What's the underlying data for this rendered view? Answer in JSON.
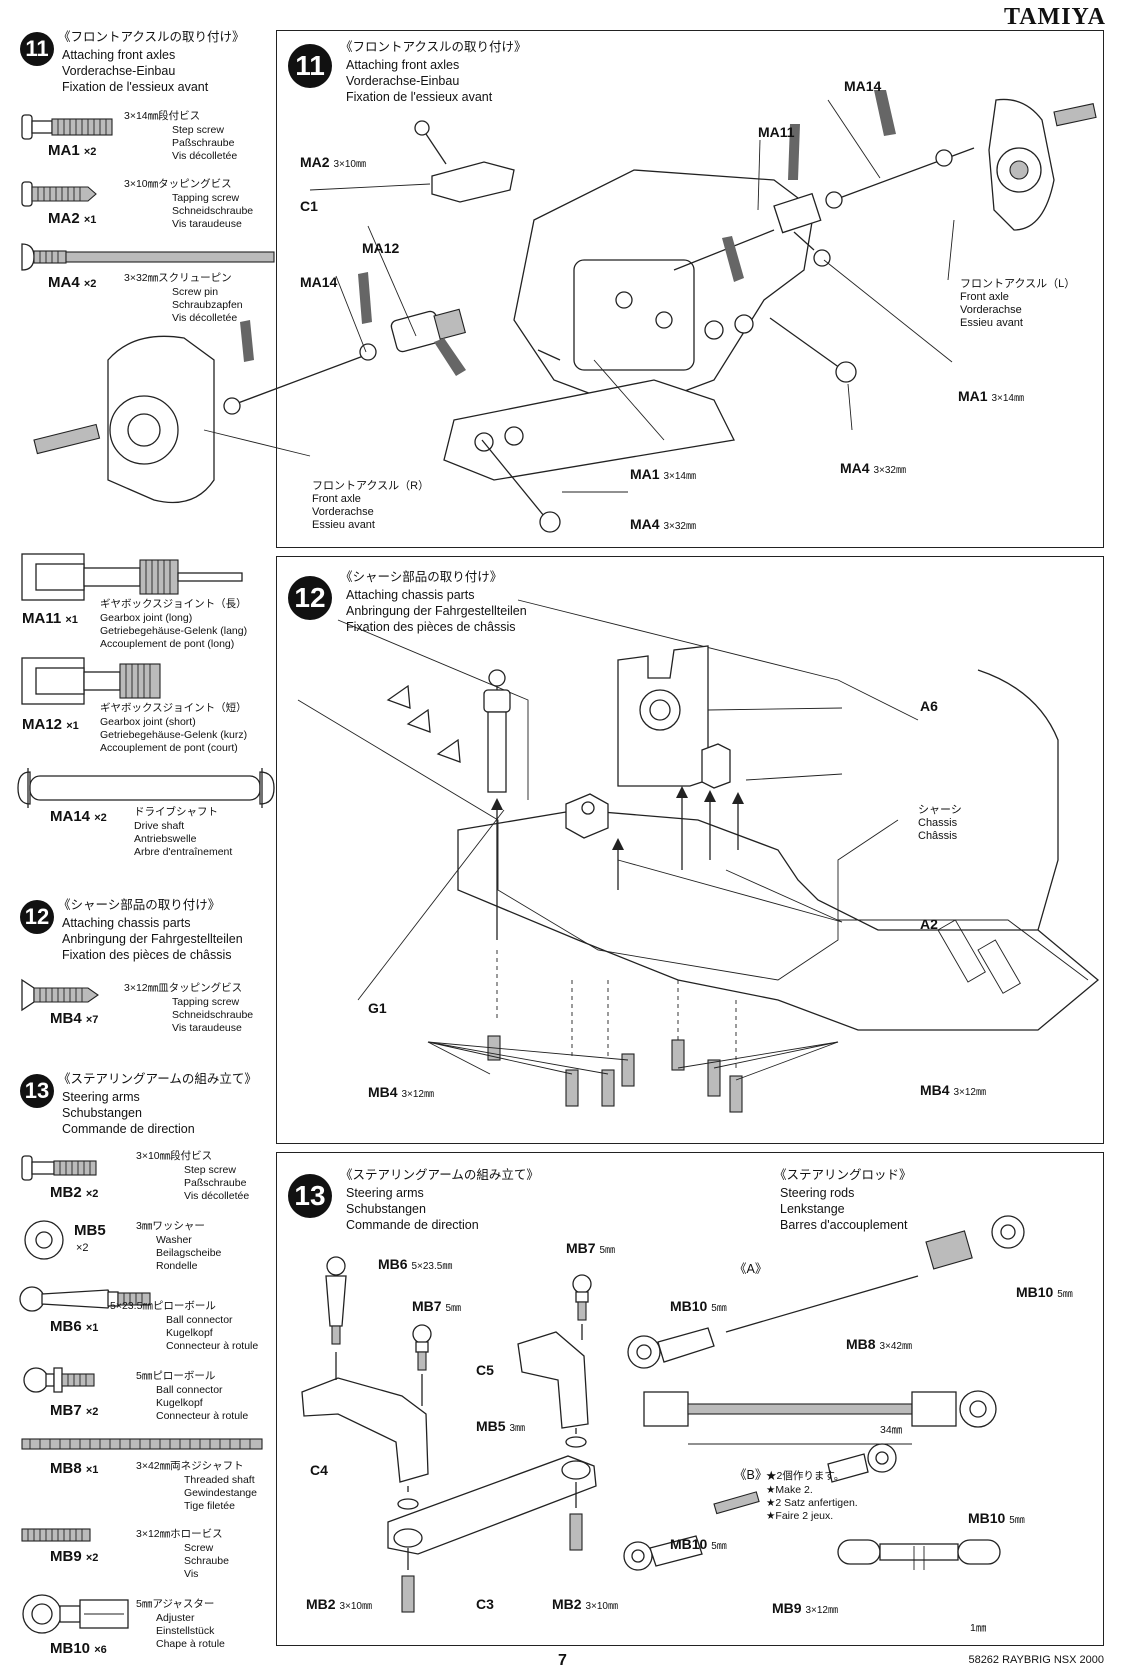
{
  "header": {
    "brand": "TAMIYA"
  },
  "sidebar": {
    "step11": {
      "num": "11",
      "jp": "《フロントアクスルの取り付け》",
      "en": "Attaching front axles",
      "de": "Vorderachse-Einbau",
      "fr": "Fixation de l'essieux avant",
      "parts": [
        {
          "code": "MA1",
          "qty": "×2",
          "size": "3×14㎜段付ビス",
          "en": "Step screw",
          "de": "Paßschraube",
          "fr": "Vis décolletée"
        },
        {
          "code": "MA2",
          "qty": "×1",
          "size": "3×10㎜タッピングビス",
          "en": "Tapping screw",
          "de": "Schneidschraube",
          "fr": "Vis taraudeuse"
        },
        {
          "code": "MA4",
          "qty": "×2",
          "size": "3×32㎜スクリューピン",
          "en": "Screw pin",
          "de": "Schraubzapfen",
          "fr": "Vis décolletée"
        }
      ]
    },
    "joints": [
      {
        "code": "MA11",
        "qty": "×1",
        "jp": "ギヤボックスジョイント（長）",
        "en": "Gearbox joint (long)",
        "de": "Getriebegehäuse-Gelenk (lang)",
        "fr": "Accouplement de pont (long)"
      },
      {
        "code": "MA12",
        "qty": "×1",
        "jp": "ギヤボックスジョイント（短）",
        "en": "Gearbox joint (short)",
        "de": "Getriebegehäuse-Gelenk (kurz)",
        "fr": "Accouplement de pont (court)"
      },
      {
        "code": "MA14",
        "qty": "×2",
        "jp": "ドライブシャフト",
        "en": "Drive shaft",
        "de": "Antriebswelle",
        "fr": "Arbre d'entraînement"
      }
    ],
    "step12": {
      "num": "12",
      "jp": "《シャーシ部品の取り付け》",
      "en": "Attaching chassis parts",
      "de": "Anbringung der Fahrgestellteilen",
      "fr": "Fixation des pièces de châssis",
      "parts": [
        {
          "code": "MB4",
          "qty": "×7",
          "size": "3×12㎜皿タッピングビス",
          "en": "Tapping screw",
          "de": "Schneidschraube",
          "fr": "Vis taraudeuse"
        }
      ]
    },
    "step13": {
      "num": "13",
      "jp": "《ステアリングアームの組み立て》",
      "en": "Steering arms",
      "de": "Schubstangen",
      "fr": "Commande de direction",
      "parts": [
        {
          "code": "MB2",
          "qty": "×2",
          "size": "3×10㎜段付ビス",
          "en": "Step screw",
          "de": "Paßschraube",
          "fr": "Vis décolletée"
        },
        {
          "code": "MB5",
          "qty": "×2",
          "size": "3㎜ワッシャー",
          "en": "Washer",
          "de": "Beilagscheibe",
          "fr": "Rondelle"
        },
        {
          "code": "MB6",
          "qty": "×1",
          "size": "5×23.5㎜ピローボール",
          "en": "Ball connector",
          "de": "Kugelkopf",
          "fr": "Connecteur à rotule"
        },
        {
          "code": "MB7",
          "qty": "×2",
          "size": "5㎜ピローボール",
          "en": "Ball connector",
          "de": "Kugelkopf",
          "fr": "Connecteur à rotule"
        },
        {
          "code": "MB8",
          "qty": "×1",
          "size": "3×42㎜両ネジシャフト",
          "en": "Threaded shaft",
          "de": "Gewindestange",
          "fr": "Tige filetée"
        },
        {
          "code": "MB9",
          "qty": "×2",
          "size": "3×12㎜ホロービス",
          "en": "Screw",
          "de": "Schraube",
          "fr": "Vis"
        },
        {
          "code": "MB10",
          "qty": "×6",
          "size": "5㎜アジャスター",
          "en": "Adjuster",
          "de": "Einstellstück",
          "fr": "Chape à rotule"
        }
      ]
    }
  },
  "panel11": {
    "num": "11",
    "jp": "《フロントアクスルの取り付け》",
    "en": "Attaching front axles",
    "de": "Vorderachse-Einbau",
    "fr": "Fixation de l'essieux avant",
    "labels": {
      "ma2": "MA2",
      "ma2_size": "3×10㎜",
      "c1": "C1",
      "ma12": "MA12",
      "ma14_left": "MA14",
      "ma14_right": "MA14",
      "ma11": "MA11",
      "ma1_right": "MA1",
      "ma1_right_size": "3×14㎜",
      "ma1_mid": "MA1",
      "ma1_mid_size": "3×14㎜",
      "ma4_right": "MA4",
      "ma4_right_size": "3×32㎜",
      "ma4_bottom": "MA4",
      "ma4_bottom_size": "3×32㎜"
    },
    "axle_left": {
      "jp": "フロントアクスル（L）",
      "en": "Front axle",
      "de": "Vorderachse",
      "fr": "Essieu avant"
    },
    "axle_right": {
      "jp": "フロントアクスル（R）",
      "en": "Front axle",
      "de": "Vorderachse",
      "fr": "Essieu avant"
    }
  },
  "panel12": {
    "num": "12",
    "jp": "《シャーシ部品の取り付け》",
    "en": "Attaching chassis parts",
    "de": "Anbringung der Fahrgestellteilen",
    "fr": "Fixation des pièces de châssis",
    "labels": {
      "a6": "A6",
      "a2": "A2",
      "g1": "G1",
      "mb4_left": "MB4",
      "mb4_left_size": "3×12㎜",
      "mb4_right": "MB4",
      "mb4_right_size": "3×12㎜"
    },
    "chassis": {
      "jp": "シャーシ",
      "en": "Chassis",
      "fr": "Châssis"
    }
  },
  "panel13": {
    "num": "13",
    "jp": "《ステアリングアームの組み立て》",
    "en": "Steering arms",
    "de": "Schubstangen",
    "fr": "Commande de direction",
    "rods": {
      "jp": "《ステアリングロッド》",
      "en": "Steering rods",
      "de": "Lenkstange",
      "fr": "Barres d'accouplement"
    },
    "labels": {
      "mb6": "MB6",
      "mb6_size": "5×23.5㎜",
      "mb7_top": "MB7",
      "mb7_top_size": "5㎜",
      "mb7_mid": "MB7",
      "mb7_mid_size": "5㎜",
      "c5": "C5",
      "c4": "C4",
      "c3": "C3",
      "mb5": "MB5",
      "mb5_size": "3㎜",
      "mb2_left": "MB2",
      "mb2_left_size": "3×10㎜",
      "mb2_right": "MB2",
      "mb2_right_size": "3×10㎜",
      "a_tag": "《A》",
      "mb10_a1": "MB10",
      "mb10_a1_size": "5㎜",
      "mb10_a2": "MB10",
      "mb10_a2_size": "5㎜",
      "mb8": "MB8",
      "mb8_size": "3×42㎜",
      "dim34": "34㎜",
      "b_tag": "《B》",
      "b_jp": "★2個作ります。",
      "b_en": "★Make 2.",
      "b_de": "★2 Satz anfertigen.",
      "b_fr": "★Faire 2 jeux.",
      "mb10_b1": "MB10",
      "mb10_b1_size": "5㎜",
      "mb10_b2": "MB10",
      "mb10_b2_size": "5㎜",
      "mb9": "MB9",
      "mb9_size": "3×12㎜",
      "dim1": "1㎜"
    }
  },
  "footer": {
    "page": "7",
    "model": "58262 RAYBRIG NSX 2000"
  }
}
